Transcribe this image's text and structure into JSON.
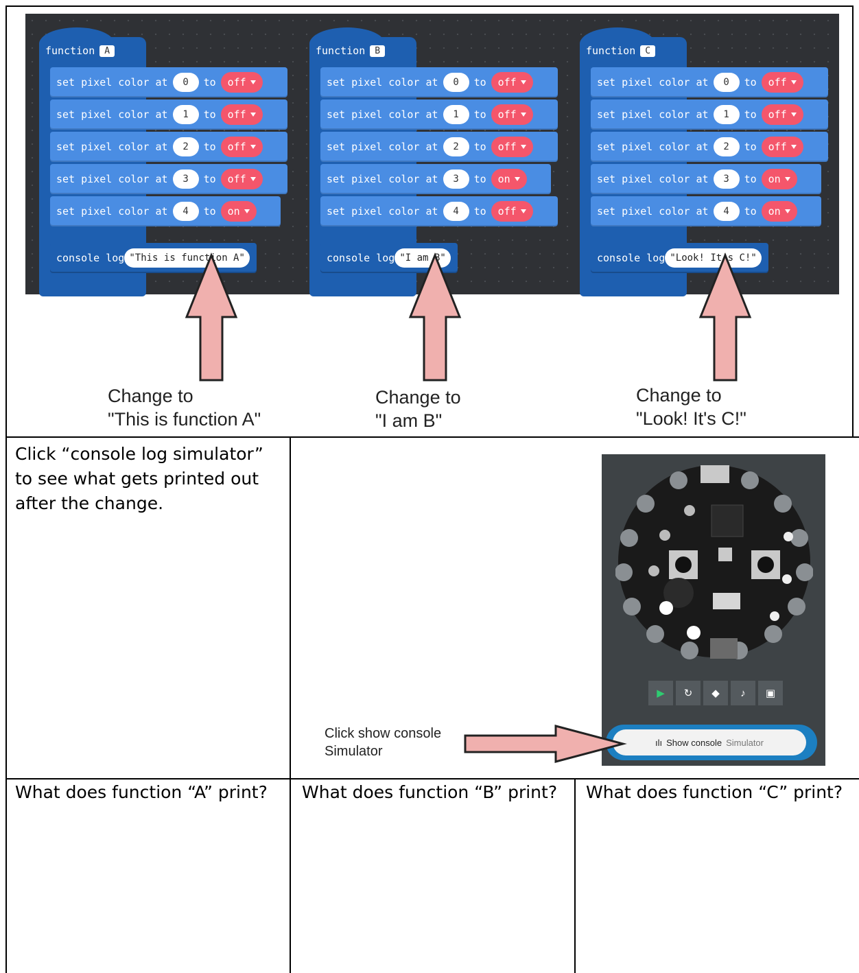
{
  "functions": [
    {
      "keyword": "function",
      "name": "A",
      "statement_text": "set pixel color at",
      "to_text": "to",
      "pixels": [
        {
          "index": "0",
          "state": "off"
        },
        {
          "index": "1",
          "state": "off"
        },
        {
          "index": "2",
          "state": "off"
        },
        {
          "index": "3",
          "state": "off"
        },
        {
          "index": "4",
          "state": "on"
        }
      ],
      "console_label": "console log",
      "console_value": "\"This is function A\"",
      "caption_line1": "Change to",
      "caption_line2": "\"This is function A\""
    },
    {
      "keyword": "function",
      "name": "B",
      "statement_text": "set pixel color at",
      "to_text": "to",
      "pixels": [
        {
          "index": "0",
          "state": "off"
        },
        {
          "index": "1",
          "state": "off"
        },
        {
          "index": "2",
          "state": "off"
        },
        {
          "index": "3",
          "state": "on"
        },
        {
          "index": "4",
          "state": "off"
        }
      ],
      "console_label": "console log",
      "console_value": "\"I am B\"",
      "caption_line1": "Change to",
      "caption_line2": "\"I am B\""
    },
    {
      "keyword": "function",
      "name": "C",
      "statement_text": "set pixel color at",
      "to_text": "to",
      "pixels": [
        {
          "index": "0",
          "state": "off"
        },
        {
          "index": "1",
          "state": "off"
        },
        {
          "index": "2",
          "state": "off"
        },
        {
          "index": "3",
          "state": "on"
        },
        {
          "index": "4",
          "state": "on"
        }
      ],
      "console_label": "console log",
      "console_value": "\"Look! It's C!\"",
      "caption_line1": "Change to",
      "caption_line2": "\"Look! It's C!\""
    }
  ],
  "instruction": "Click “console log simulator” to see what gets printed out after the change.",
  "callout": {
    "line1": "Click show console",
    "line2": "Simulator"
  },
  "simulator": {
    "show_console_label": "Show console",
    "show_console_suffix": "Simulator",
    "controls": [
      "play-icon",
      "restart-icon",
      "slow-mo-icon",
      "mute-icon",
      "fullscreen-icon"
    ]
  },
  "questions": [
    "What does function “A” print?",
    "What does function “B” print?",
    "What does function “C” print?"
  ],
  "colors": {
    "workspace": "#2f3135",
    "function_block": "#1e5fb0",
    "statement_block": "#4a8de3",
    "toggle": "#f4566b",
    "arrow_fill": "#f0b0ae",
    "show_console_ring": "#1c7fc1"
  }
}
